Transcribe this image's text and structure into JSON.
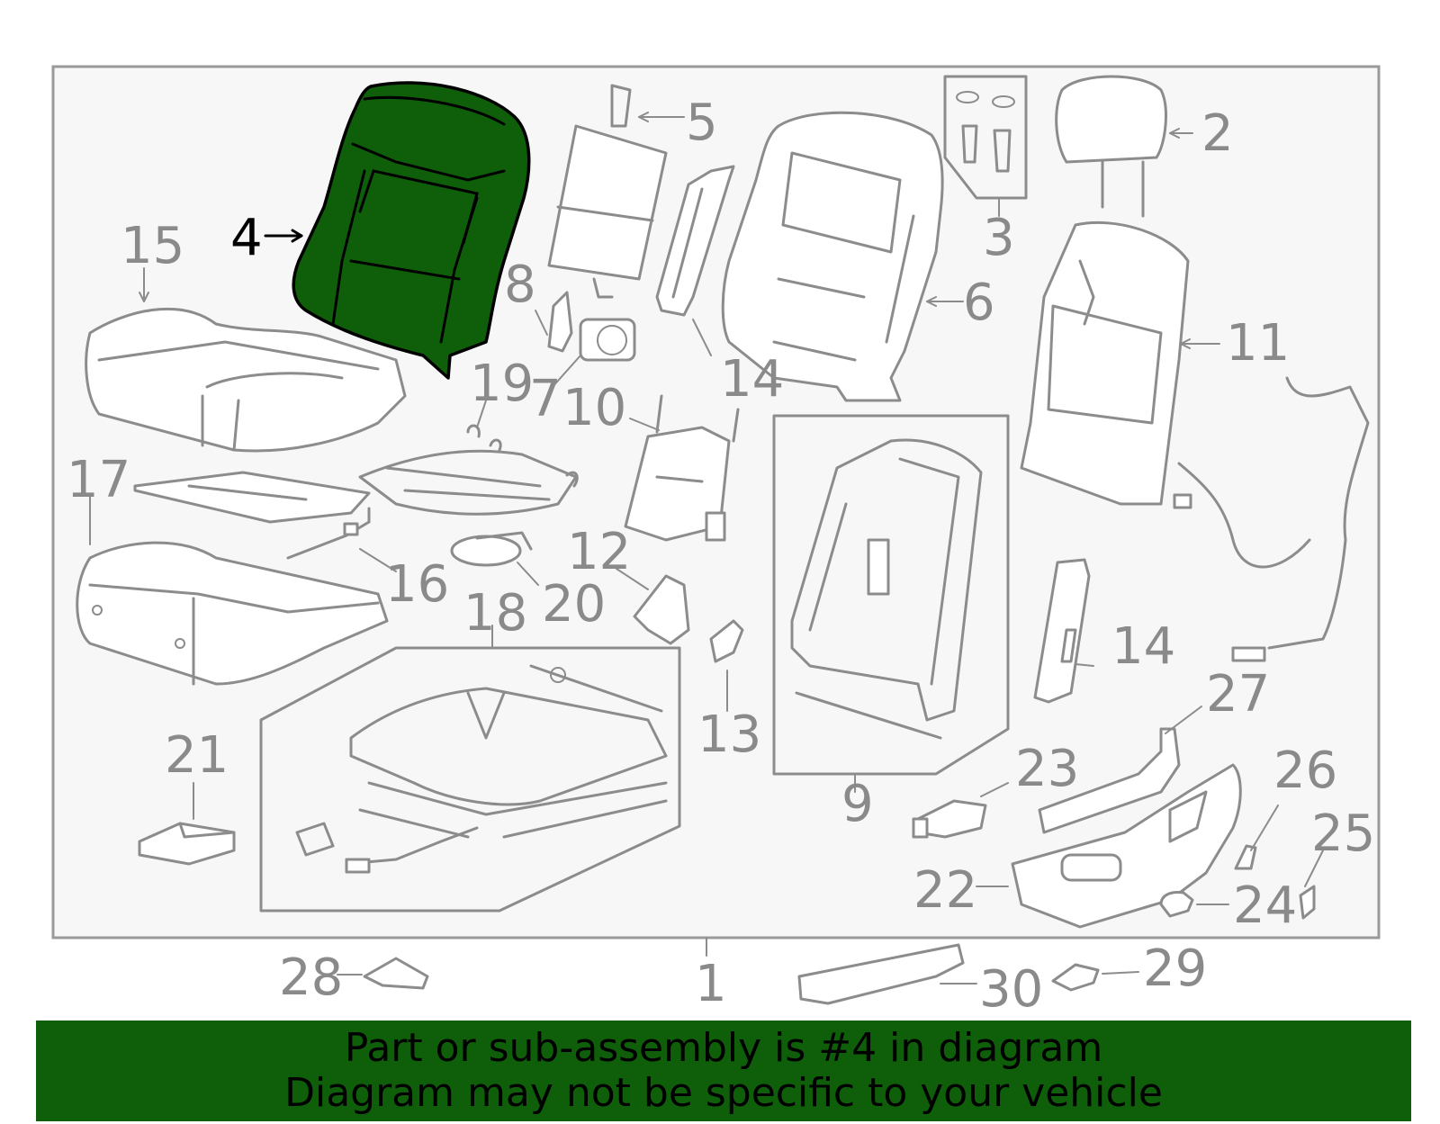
{
  "highlight_color": "#0f5e0a",
  "frame_color": "#9a9a9a",
  "callouts": {
    "c1": "1",
    "c2": "2",
    "c3": "3",
    "c4": "4",
    "c5": "5",
    "c6": "6",
    "c7": "7",
    "c8": "8",
    "c9": "9",
    "c10": "10",
    "c11": "11",
    "c12": "12",
    "c13": "13",
    "c14a": "14",
    "c14b": "14",
    "c15": "15",
    "c16": "16",
    "c17": "17",
    "c18": "18",
    "c19": "19",
    "c20": "20",
    "c21": "21",
    "c22": "22",
    "c23": "23",
    "c24": "24",
    "c25": "25",
    "c26": "26",
    "c27": "27",
    "c28": "28",
    "c29": "29",
    "c30": "30"
  },
  "highlighted_part": "4",
  "banner": {
    "line1": "Part or sub-assembly is #4 in diagram",
    "line2": "Diagram may not be specific to your vehicle"
  }
}
